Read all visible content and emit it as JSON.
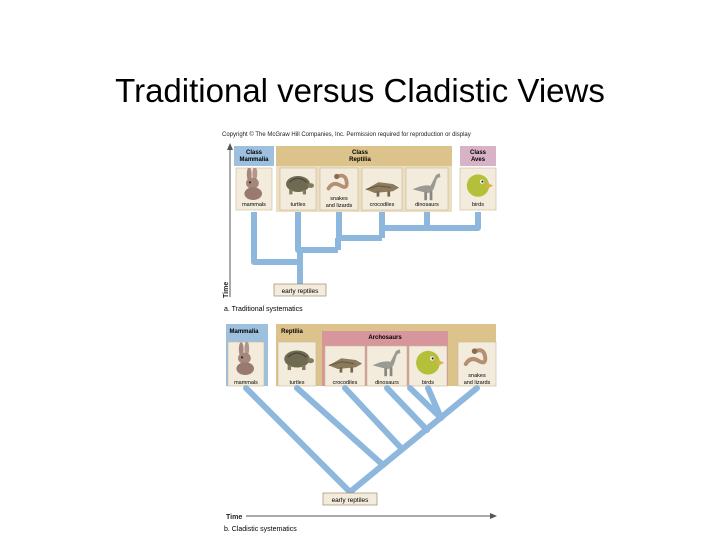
{
  "slide": {
    "title": "Traditional versus Cladistic Views"
  },
  "figure": {
    "copyright": "Copyright © The McGraw Hill Companies, Inc. Permission required for reproduction or display",
    "traditional": {
      "groups": [
        {
          "line1": "Class",
          "line2": "Mammalia"
        },
        {
          "line1": "Class",
          "line2": "Reptilia"
        },
        {
          "line1": "Class",
          "line2": "Aves"
        }
      ],
      "taxa": [
        {
          "line1": "mammals",
          "line2": ""
        },
        {
          "line1": "turtles",
          "line2": ""
        },
        {
          "line1": "snakes",
          "line2": "and lizards"
        },
        {
          "line1": "crocodiles",
          "line2": ""
        },
        {
          "line1": "dinosaurs",
          "line2": ""
        },
        {
          "line1": "birds",
          "line2": ""
        }
      ],
      "root_label": "early reptiles",
      "axis_label": "Time",
      "caption": "a. Traditional systematics"
    },
    "cladistic": {
      "groups": [
        "Mammalia",
        "Reptilia",
        "Archosaurs"
      ],
      "taxa": [
        {
          "line1": "mammals",
          "line2": ""
        },
        {
          "line1": "turtles",
          "line2": ""
        },
        {
          "line1": "crocodiles",
          "line2": ""
        },
        {
          "line1": "dinosaurs",
          "line2": ""
        },
        {
          "line1": "birds",
          "line2": ""
        },
        {
          "line1": "snakes",
          "line2": "and lizards"
        }
      ],
      "root_label": "early reptiles",
      "axis_label": "Time",
      "caption": "b. Cladistic systematics"
    },
    "colors": {
      "branch": "#8db7dc",
      "mammalia": "#9cc0dd",
      "reptilia": "#dcc38c",
      "aves": "#d8b3c8",
      "archosaurs": "#d7969b",
      "card": "#f3ecdd",
      "rabbit": "#a5867b",
      "turtle": "#6f6a52",
      "snake": "#b48f74",
      "croc": "#8b7a5c",
      "dino": "#9a9a92",
      "bird": "#b5c03a"
    },
    "icons": [
      "rabbit-icon",
      "turtle-icon",
      "snake-icon",
      "crocodile-icon",
      "dinosaur-icon",
      "bird-icon"
    ]
  }
}
